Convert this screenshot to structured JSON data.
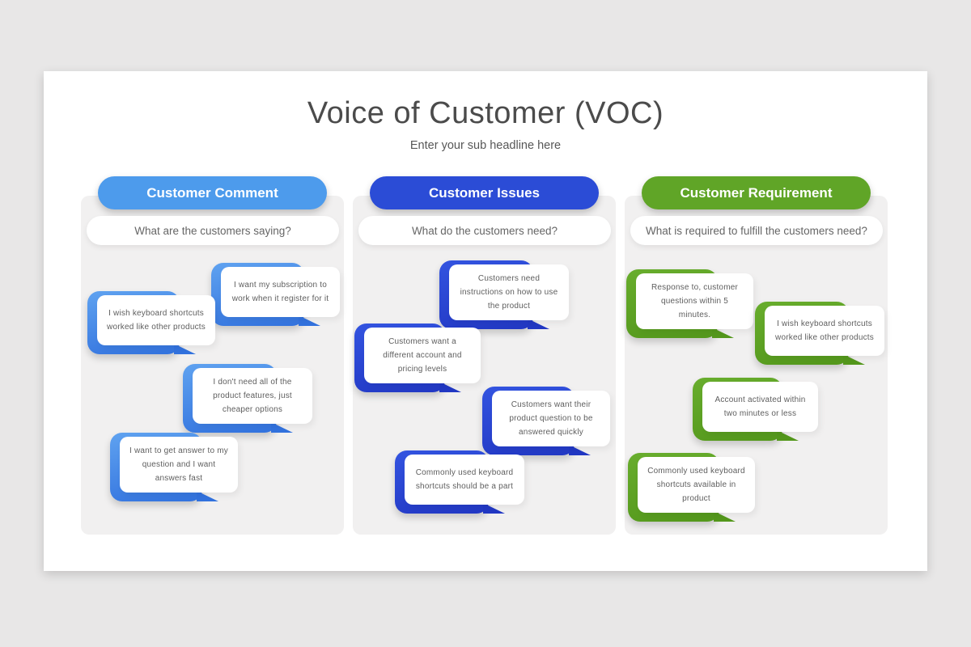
{
  "slide": {
    "title": "Voice of Customer (VOC)",
    "subtitle": "Enter your sub headline here"
  },
  "colors": {
    "page_bg": "#e8e7e7",
    "slide_bg": "#ffffff",
    "panel_bg": "#f1f0f0",
    "title_text": "#4b4b4b",
    "card_text": "#5e5e5e",
    "col1_header": "#4d9bec",
    "col1_accent_from": "#5fa2f0",
    "col1_accent_to": "#3272de",
    "col2_header": "#2b4cd6",
    "col2_accent_from": "#3354e0",
    "col2_accent_to": "#2238c4",
    "col3_header": "#60a527",
    "col3_accent_from": "#68ad2d",
    "col3_accent_to": "#54981c"
  },
  "columns": [
    {
      "header": "Customer Comment",
      "question": "What are the customers saying?",
      "cards": [
        {
          "text": "I want my subscription to work when it register for it"
        },
        {
          "text": "I wish keyboard shortcuts worked like other products"
        },
        {
          "text": "I don't need all of the product features, just cheaper options"
        },
        {
          "text": "I want to get answer to my question and I want answers fast"
        }
      ]
    },
    {
      "header": "Customer Issues",
      "question": "What do the customers need?",
      "cards": [
        {
          "text": "Customers need instructions on how to use the product"
        },
        {
          "text": "Customers want a different account and pricing levels"
        },
        {
          "text": "Customers want their product question to be answered quickly"
        },
        {
          "text": "Commonly used keyboard shortcuts should be a part"
        }
      ]
    },
    {
      "header": "Customer Requirement",
      "question": "What is required to fulfill the customers need?",
      "cards": [
        {
          "text": "Response to, customer questions within 5 minutes."
        },
        {
          "text": "I wish keyboard shortcuts worked like other products"
        },
        {
          "text": "Account activated within two minutes or less"
        },
        {
          "text": "Commonly used keyboard shortcuts available in product"
        }
      ]
    }
  ]
}
